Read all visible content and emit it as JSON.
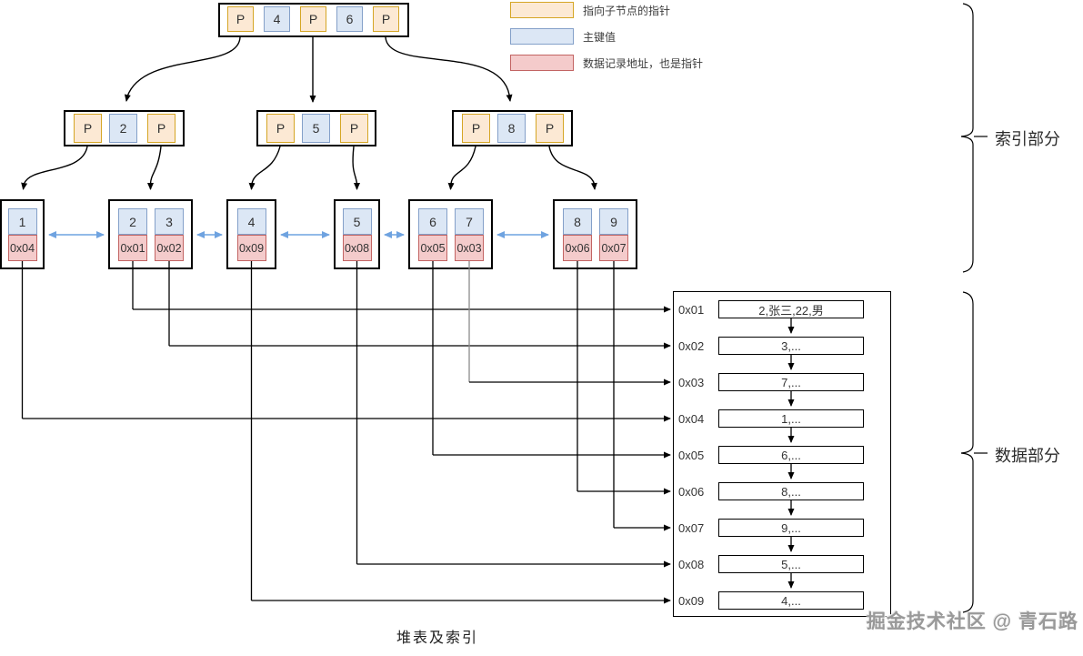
{
  "legend": {
    "items": [
      {
        "name": "child-pointer",
        "label": "指向子节点的指针",
        "fill": "#FCE9D4",
        "stroke": "#D5A625"
      },
      {
        "name": "primary-key",
        "label": "主键值",
        "fill": "#DCE7F5",
        "stroke": "#84A0C9"
      },
      {
        "name": "record-address",
        "label": "数据记录地址，也是指针",
        "fill": "#F4CBCB",
        "stroke": "#C26463"
      }
    ]
  },
  "tree": {
    "root": {
      "cells": [
        "P",
        "4",
        "P",
        "6",
        "P"
      ]
    },
    "internal_nodes": [
      {
        "cells": [
          "P",
          "2",
          "P"
        ]
      },
      {
        "cells": [
          "P",
          "5",
          "P"
        ]
      },
      {
        "cells": [
          "P",
          "8",
          "P"
        ]
      }
    ],
    "leaf_nodes": [
      {
        "entries": [
          {
            "key": "1",
            "addr": "0x04"
          }
        ]
      },
      {
        "entries": [
          {
            "key": "2",
            "addr": "0x01"
          },
          {
            "key": "3",
            "addr": "0x02"
          }
        ]
      },
      {
        "entries": [
          {
            "key": "4",
            "addr": "0x09"
          }
        ]
      },
      {
        "entries": [
          {
            "key": "5",
            "addr": "0x08"
          }
        ]
      },
      {
        "entries": [
          {
            "key": "6",
            "addr": "0x05"
          },
          {
            "key": "7",
            "addr": "0x03"
          }
        ]
      },
      {
        "entries": [
          {
            "key": "8",
            "addr": "0x06"
          },
          {
            "key": "9",
            "addr": "0x07"
          }
        ]
      }
    ]
  },
  "data_table": {
    "rows": [
      {
        "addr": "0x01",
        "record": "2,张三,22,男"
      },
      {
        "addr": "0x02",
        "record": "3,..."
      },
      {
        "addr": "0x03",
        "record": "7,..."
      },
      {
        "addr": "0x04",
        "record": "1,..."
      },
      {
        "addr": "0x05",
        "record": "6,..."
      },
      {
        "addr": "0x06",
        "record": "8,..."
      },
      {
        "addr": "0x07",
        "record": "9,..."
      },
      {
        "addr": "0x08",
        "record": "5,..."
      },
      {
        "addr": "0x09",
        "record": "4,..."
      }
    ]
  },
  "annotations": {
    "index_section_label": "索引部分",
    "data_section_label": "数据部分",
    "caption": "堆表及索引",
    "watermark": "掘金技术社区 @ 青石路"
  },
  "colors": {
    "pointer_fill": "#FCE9D4",
    "pointer_stroke": "#D5A625",
    "key_fill": "#DCE7F5",
    "key_stroke": "#84A0C9",
    "addr_fill": "#F4CBCB",
    "addr_stroke": "#C26463",
    "leaf_link_arrow": "#6FA3E0",
    "connector": "#000000",
    "connector_muted": "#8C8C8C"
  }
}
